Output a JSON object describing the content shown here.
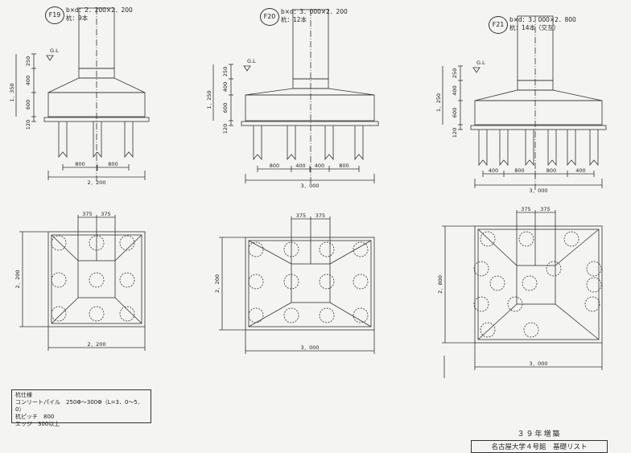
{
  "footings": [
    {
      "tag": "F19",
      "spec_size": "b×d：2．200×2．200",
      "spec_piles": "杭：9本",
      "elev_dims": {
        "gl": "G.L",
        "d1": "250",
        "d2": "400",
        "d3": "600",
        "d4": "120",
        "total": "1．350",
        "spacing": [
          "800",
          "800"
        ],
        "width": "2．200"
      },
      "plan_dims": {
        "column": [
          "375",
          "375"
        ],
        "depth": "2．200",
        "width": "2．200"
      }
    },
    {
      "tag": "F20",
      "spec_size": "b×d：3．000×2．200",
      "spec_piles": "杭：12本",
      "elev_dims": {
        "gl": "G.L",
        "d1": "250",
        "d2": "400",
        "d3": "600",
        "d4": "120",
        "total": "1．250",
        "spacing": [
          "800",
          "400",
          "400",
          "800"
        ],
        "width": "3．000"
      },
      "plan_dims": {
        "column": [
          "375",
          "375"
        ],
        "depth": "2．200",
        "width": "3．000"
      }
    },
    {
      "tag": "F21",
      "spec_size": "b×d：3．000×2．800",
      "spec_piles": "杭：14本（交互）",
      "elev_dims": {
        "gl": "G.L",
        "d1": "250",
        "d2": "400",
        "d3": "600",
        "d4": "120",
        "total": "1．250",
        "spacing": [
          "400",
          "800",
          "800",
          "400"
        ],
        "width": "3．000"
      },
      "plan_dims": {
        "column": [
          "375",
          "375"
        ],
        "depth": "2．800",
        "width": "3．000"
      }
    }
  ],
  "notes": {
    "title": "杭仕様",
    "line1": "コンリートパイル　250Φ～300Φ（L=3．0～5．0）",
    "line2": "杭ピッチ　800",
    "line3": "エッジ　300以上"
  },
  "title_block": {
    "year": "３９年増築",
    "name": "名古屋大学４号館　基礎リスト"
  }
}
